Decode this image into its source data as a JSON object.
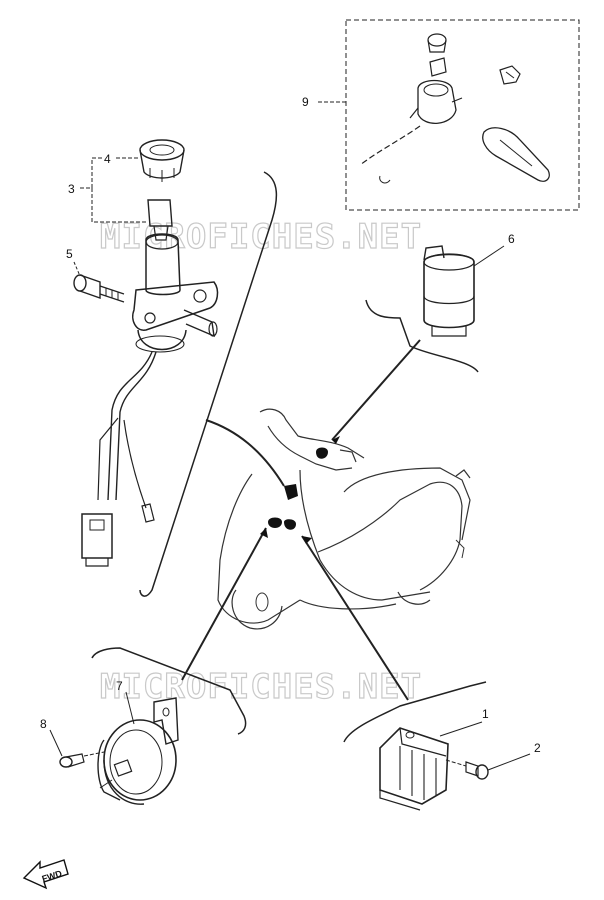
{
  "callouts": {
    "c1": "1",
    "c2": "2",
    "c3": "3",
    "c4": "4",
    "c5": "5",
    "c6": "6",
    "c7": "7",
    "c8": "8",
    "c9": "9"
  },
  "watermark": {
    "top": "MICROFICHES.NET",
    "bottom": "MICROFICHES.NET"
  },
  "direction_marker": "FWD"
}
